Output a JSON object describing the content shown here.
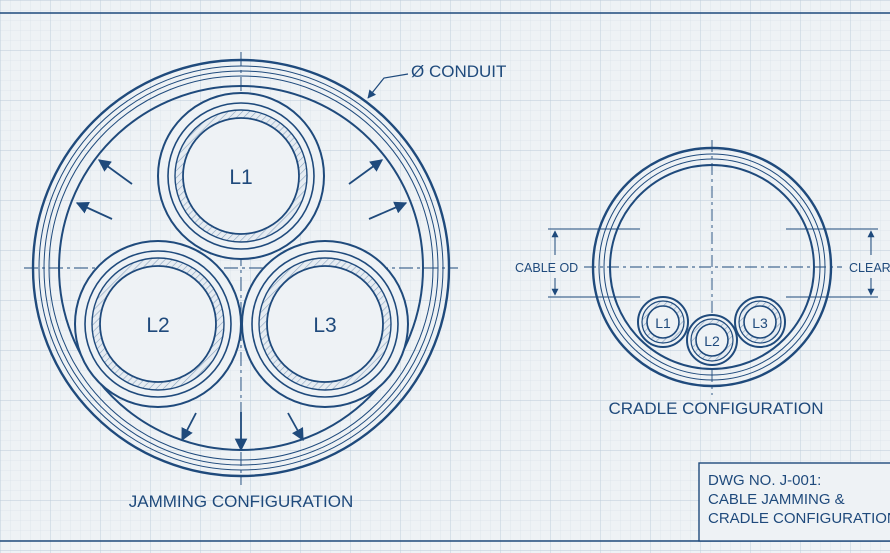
{
  "colors": {
    "background": "#eef2f5",
    "grid_fine": "#cdd8e2",
    "grid_major": "#b9c8d6",
    "ink": "#1f4a7c",
    "hatch": "#8aa3bd"
  },
  "jamming": {
    "conduit_label": "Ø CONDUIT",
    "cables": [
      "L1",
      "L2",
      "L3"
    ],
    "caption": "JAMMING CONFIGURATION"
  },
  "cradle": {
    "cables": [
      "L1",
      "L2",
      "L3"
    ],
    "cable_od_label": "CABLE OD",
    "clearance_label": "CLEARANCE",
    "caption": "CRADLE CONFIGURATION"
  },
  "title_block": {
    "line1": "DWG NO. J-001:",
    "line2": "CABLE JAMMING &",
    "line3": "CRADLE CONFIGURATION"
  }
}
